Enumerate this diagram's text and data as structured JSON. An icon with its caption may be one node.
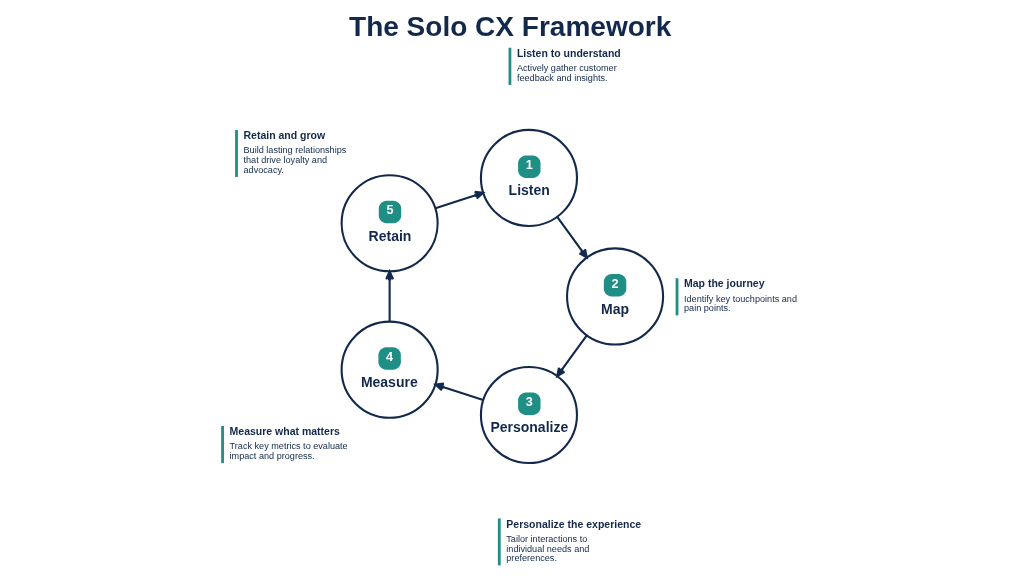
{
  "diagram": {
    "title": "The Solo CX Framework",
    "nodes": [
      {
        "text": [
          "1",
          "Listen"
        ],
        "beside": [
          "Listen to understand",
          "Actively gather customer feedback and insights."
        ]
      },
      {
        "text": [
          "2",
          "Map"
        ],
        "beside": [
          "Map the journey",
          "Identify key touchpoints and pain points."
        ]
      },
      {
        "text": [
          "3",
          "Personalize"
        ],
        "beside": [
          "Personalize the experience",
          "Tailor interactions to individual needs and preferences."
        ]
      },
      {
        "text": [
          "4",
          "Measure"
        ],
        "beside": [
          "Measure what matters",
          "Track key metrics to evaluate impact and progress."
        ]
      },
      {
        "text": [
          "5",
          "Retain"
        ],
        "beside": [
          "Retain and grow",
          "Build lasting relationships that drive loyalty and advocacy."
        ]
      }
    ],
    "edges": [
      {
        "from": 0,
        "to": 1,
        "arrow": "to"
      },
      {
        "from": 1,
        "to": 2,
        "arrow": "to"
      },
      {
        "from": 2,
        "to": 3,
        "arrow": "to"
      },
      {
        "from": 3,
        "to": 4,
        "arrow": "to"
      },
      {
        "from": 4,
        "to": 0,
        "arrow": "to"
      }
    ]
  }
}
